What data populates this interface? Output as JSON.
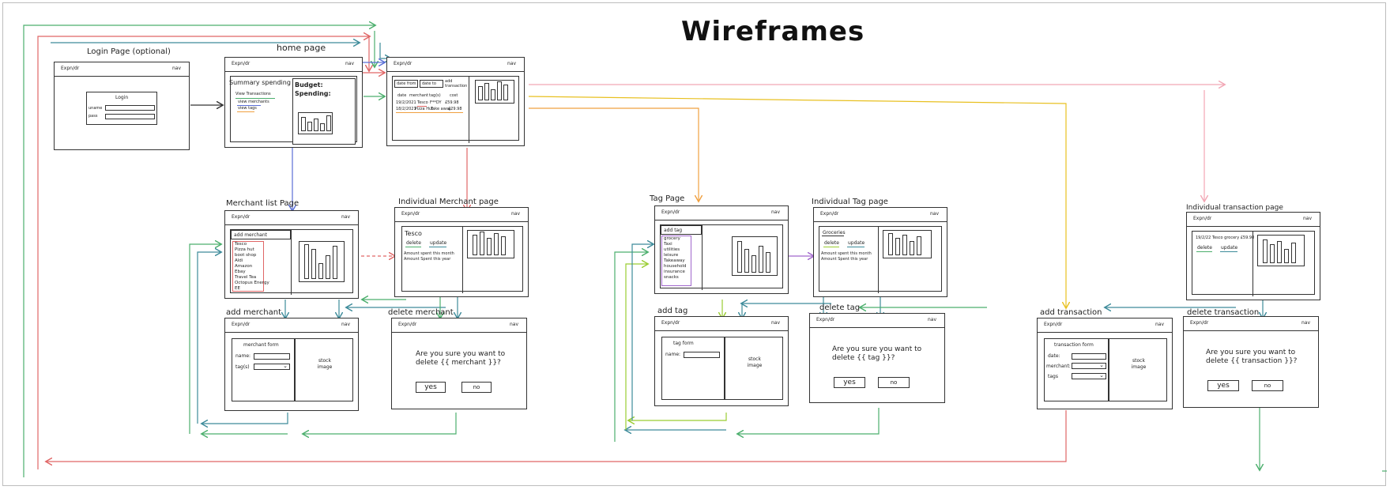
{
  "title": "Wireframes",
  "common": {
    "logo": "Expn/dr",
    "nav": "nav"
  },
  "frames": {
    "login": {
      "title": "Login Page (optional)",
      "heading": "Login",
      "username_label": "uname",
      "password_label": "pass"
    },
    "home": {
      "title": "home page",
      "summary": "Summary spending",
      "links": [
        "View Transactions",
        "view merchants",
        "view tags"
      ],
      "budget": "Budget:",
      "spending": "Spending:"
    },
    "transactions": {
      "date_from": "date from",
      "date_to": "date to",
      "add_transaction": "add transaction",
      "columns": [
        "date",
        "merchant",
        "tag(s)",
        "cost"
      ],
      "rows": [
        [
          "19/2/2021",
          "Tesco",
          "F**DY",
          "£59.98"
        ],
        [
          "18/2/2021",
          "Pizza Hut",
          "Take away",
          "£29.98"
        ]
      ]
    },
    "merchant_list": {
      "title": "Merchant list Page",
      "add_button": "add merchant",
      "items": [
        "Tesco",
        "Pizza hut",
        "boot shop",
        "Aldi",
        "Amazon",
        "Ebay",
        "Travel Tea",
        "Octopus Energy",
        "EE"
      ]
    },
    "individual_merchant": {
      "title": "Individual Merchant page",
      "name": "Tesco",
      "delete": "delete",
      "update": "update",
      "line1": "Amount spent this month",
      "line2": "Amount Spent this year"
    },
    "add_merchant": {
      "title": "add merchant",
      "form_title": "merchant form",
      "name_label": "name:",
      "tags_label": "tag(s)",
      "stock_image": "stock image"
    },
    "delete_merchant": {
      "title": "delete merchant",
      "question": "Are you sure you want to delete {{ merchant }}?",
      "yes": "yes",
      "no": "no"
    },
    "tag_page": {
      "title": "Tag Page",
      "add_button": "add tag",
      "items": [
        "grocery",
        "Taxi",
        "utilities",
        "leisure",
        "Takeaway",
        "household",
        "insurance",
        "snacks"
      ]
    },
    "individual_tag": {
      "title": "Individual Tag page",
      "name": "Groceries",
      "delete": "delete",
      "update": "update",
      "line1": "Amount spent this month",
      "line2": "Amount Spent this year"
    },
    "add_tag": {
      "title": "add tag",
      "form_title": "tag form",
      "name_label": "name:",
      "stock_image": "stock image"
    },
    "delete_tag": {
      "title": "delete tag",
      "question": "Are you sure you want to delete {{ tag }}?",
      "yes": "yes",
      "no": "no"
    },
    "individual_transaction": {
      "title": "Individual transaction page",
      "summary": "19/2/22 Tesco grocery £59.98",
      "delete": "delete",
      "update": "update"
    },
    "add_transaction": {
      "title": "add transaction",
      "form_title": "transaction form",
      "date_label": "date:",
      "merchant_label": "merchant:",
      "tags_label": "tags",
      "stock_image": "stock image"
    },
    "delete_transaction": {
      "title": "delete transaction",
      "question": "Are you sure you want to delete {{ transaction }}?",
      "yes": "yes",
      "no": "no"
    }
  },
  "colors": {
    "red": "#e06666",
    "blue": "#5b6fd6",
    "green": "#4caf6d",
    "teal": "#3d8b9a",
    "orange": "#f0a040",
    "yellow": "#e8c020",
    "pink": "#f2a7b5",
    "purple": "#a066cc",
    "lime": "#9acd32"
  }
}
